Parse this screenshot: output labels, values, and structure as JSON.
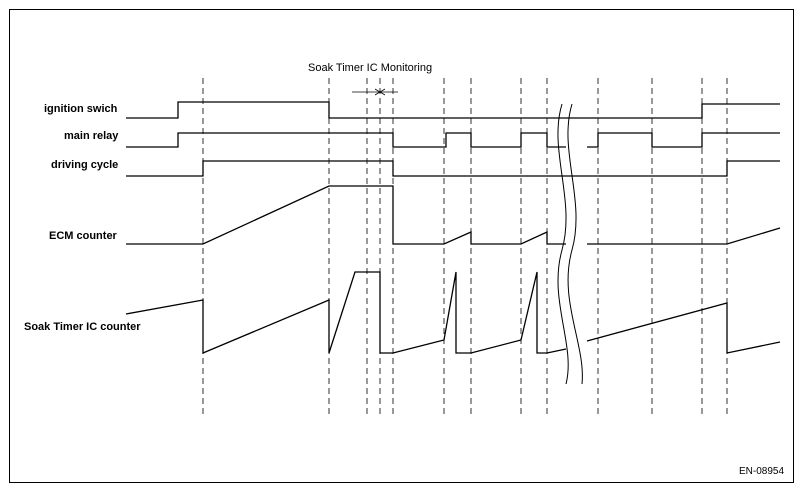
{
  "diagram": {
    "title": "Soak Timer IC Monitoring",
    "figure_id": "EN-08954",
    "signals": [
      {
        "id": "ignition",
        "label": "ignition swich"
      },
      {
        "id": "relay",
        "label": "main relay"
      },
      {
        "id": "driving",
        "label": "driving cycle"
      },
      {
        "id": "ecm",
        "label": "ECM counter"
      },
      {
        "id": "soak",
        "label": "Soak Timer IC counter"
      }
    ]
  }
}
